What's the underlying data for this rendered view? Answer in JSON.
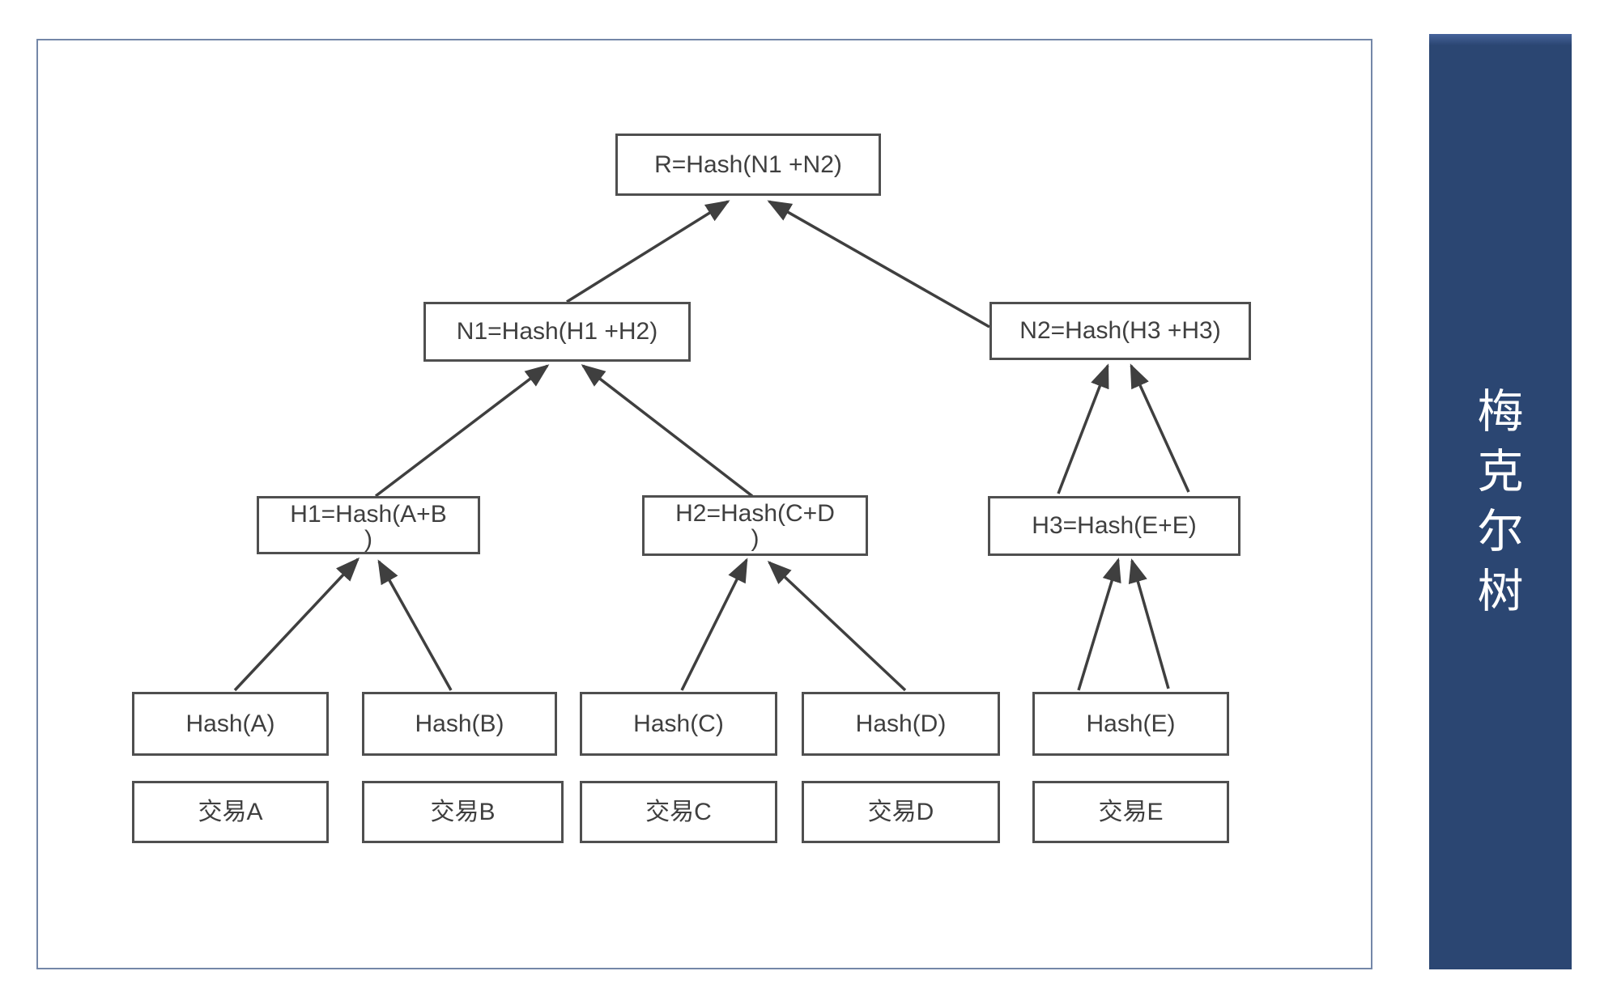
{
  "sidebar": {
    "title": "梅克尔树",
    "chars": [
      "梅",
      "克",
      "尔",
      "树"
    ],
    "bg_color": "#2b4672",
    "text_color": "#ffffff"
  },
  "diagram": {
    "title_meaning": "Merkle tree hash diagram",
    "nodes": {
      "root": {
        "label": "R=Hash(N1 +N2)"
      },
      "n1": {
        "label": "N1=Hash(H1 +H2)"
      },
      "n2": {
        "label": "N2=Hash(H3 +H3)"
      },
      "h1": {
        "label_line1": "H1=Hash(A+B",
        "label_line2": ")"
      },
      "h2": {
        "label_line1": "H2=Hash(C+D",
        "label_line2": ")"
      },
      "h3": {
        "label": "H3=Hash(E+E)"
      },
      "hash_a": {
        "label": "Hash(A)"
      },
      "hash_b": {
        "label": "Hash(B)"
      },
      "hash_c": {
        "label": "Hash(C)"
      },
      "hash_d": {
        "label": "Hash(D)"
      },
      "hash_e": {
        "label": "Hash(E)"
      },
      "tx_a": {
        "label": "交易A"
      },
      "tx_b": {
        "label": "交易B"
      },
      "tx_c": {
        "label": "交易C"
      },
      "tx_d": {
        "label": "交易D"
      },
      "tx_e": {
        "label": "交易E"
      }
    },
    "edges": [
      {
        "from": "n1",
        "to": "root",
        "arrows": 1
      },
      {
        "from": "n2",
        "to": "root",
        "arrows": 1
      },
      {
        "from": "h1",
        "to": "n1",
        "arrows": 1
      },
      {
        "from": "h2",
        "to": "n1",
        "arrows": 1
      },
      {
        "from": "h3",
        "to": "n2",
        "arrows": 2
      },
      {
        "from": "hash_a",
        "to": "h1",
        "arrows": 1
      },
      {
        "from": "hash_b",
        "to": "h1",
        "arrows": 1
      },
      {
        "from": "hash_c",
        "to": "h2",
        "arrows": 1
      },
      {
        "from": "hash_d",
        "to": "h2",
        "arrows": 1
      },
      {
        "from": "hash_e",
        "to": "h3",
        "arrows": 2
      }
    ],
    "colors": {
      "box_border": "#4f4f4f",
      "box_text": "#3f3f3f",
      "arrow": "#3f3f3f",
      "panel_border": "#7487a8"
    }
  }
}
